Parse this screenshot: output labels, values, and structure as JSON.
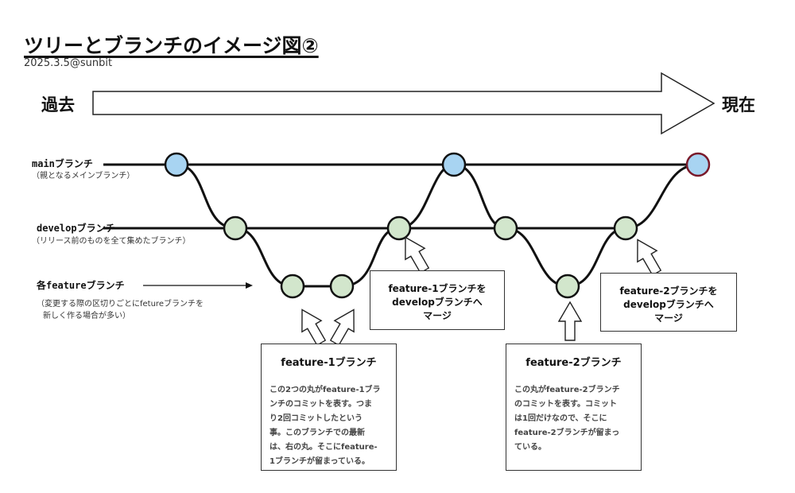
{
  "title": "ツリーとブランチのイメージ図②",
  "date": "2025.3.5@sunbit",
  "timeline": {
    "past": "過去",
    "now": "現在"
  },
  "lanes": {
    "main": {
      "mono": "main",
      "suffix": "ブランチ",
      "desc": "（親となるメインブランチ）"
    },
    "develop": {
      "mono": "develop",
      "suffix": "ブランチ",
      "desc": "（リリース前のものを全て集めたブランチ）"
    },
    "feature": {
      "prefix": "各",
      "mono": "feature",
      "suffix": "ブランチ",
      "desc1": "（変更する際の区切りごとにfetureブランチを",
      "desc2": "新しく作る場合が多い）"
    }
  },
  "merge_box_1": {
    "line1": "feature-1ブランチを",
    "line2": "developブランチへ",
    "line3": "マージ"
  },
  "merge_box_2": {
    "line1": "feature-2ブランチを",
    "line2": "developブランチへ",
    "line3": "マージ"
  },
  "info_box_1": {
    "title": "feature-1ブランチ",
    "lines": [
      "この2つの丸がfeature-1ブラ",
      "ンチのコミットを表す。つま",
      "り2回コミットしたという",
      "事。このブランチでの最新",
      "は、右の丸。そこにfeature-",
      "1ブランチが留まっている。"
    ]
  },
  "info_box_2": {
    "title": "feature-2ブランチ",
    "lines": [
      "この丸がfeature-2ブランチ",
      "のコミットを表す。コミット",
      "は1回だけなので、そこに",
      "feature-2ブランチが留まっ",
      "ている。"
    ]
  },
  "colors": {
    "main_commit": "#a8d4f2",
    "branch_commit": "#d2e6cc",
    "line": "#111111",
    "head_stroke": "#7a1a2a"
  }
}
